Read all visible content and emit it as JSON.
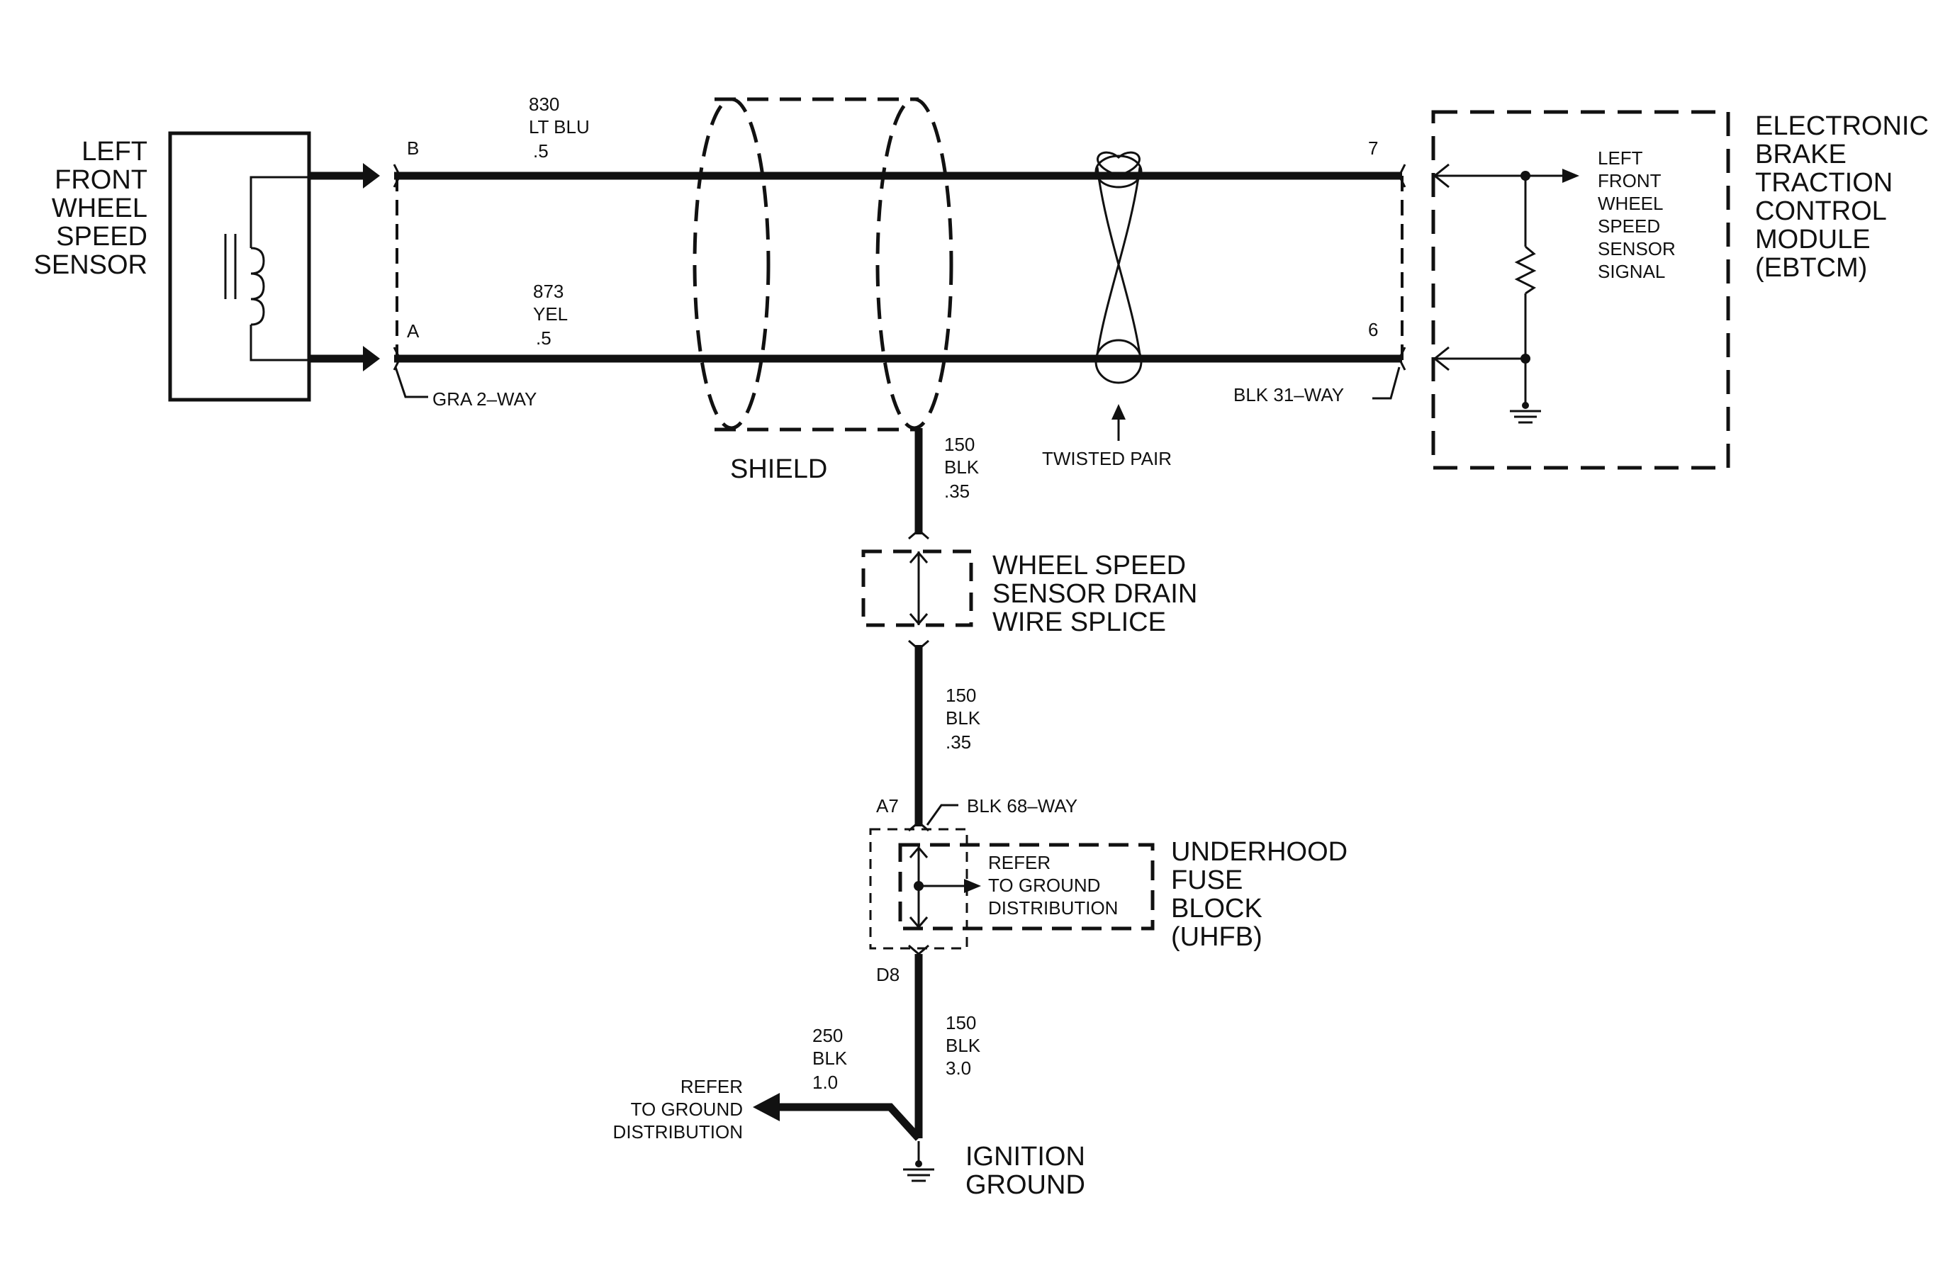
{
  "sensor": {
    "label_lines": [
      "LEFT",
      "FRONT",
      "WHEEL",
      "SPEED",
      "SENSOR"
    ],
    "connector": "GRA 2–WAY",
    "pin_b": "B",
    "pin_a": "A"
  },
  "wire_b": {
    "circuit": "830",
    "color": "LT BLU",
    "gauge": ".5"
  },
  "wire_a": {
    "circuit": "873",
    "color": "YEL",
    "gauge": ".5"
  },
  "shield_label": "SHIELD",
  "twisted_pair_label": "TWISTED PAIR",
  "ebtcm": {
    "connector": "BLK 31–WAY",
    "pin_7": "7",
    "pin_6": "6",
    "label_lines": [
      "ELECTRONIC",
      "BRAKE",
      "TRACTION",
      "CONTROL",
      "MODULE",
      "(EBTCM)"
    ],
    "signal_lines": [
      "LEFT",
      "FRONT",
      "WHEEL",
      "SPEED",
      "SENSOR",
      "SIGNAL"
    ]
  },
  "drain_wire_1": {
    "circuit": "150",
    "color": "BLK",
    "gauge": ".35"
  },
  "splice": {
    "label_lines": [
      "WHEEL SPEED",
      "SENSOR DRAIN",
      "WIRE SPLICE"
    ]
  },
  "drain_wire_2": {
    "circuit": "150",
    "color": "BLK",
    "gauge": ".35"
  },
  "uhfb": {
    "pin_in": "A7",
    "pin_out": "D8",
    "connector": "BLK 68–WAY",
    "label_lines": [
      "UNDERHOOD",
      "FUSE",
      "BLOCK",
      "(UHFB)"
    ],
    "refer_lines": [
      "REFER",
      "TO GROUND",
      "DISTRIBUTION"
    ]
  },
  "ground_wire_150": {
    "circuit": "150",
    "color": "BLK",
    "gauge": "3.0"
  },
  "ground_wire_250": {
    "circuit": "250",
    "color": "BLK",
    "gauge": "1.0"
  },
  "refer_ground_lines": [
    "REFER",
    "TO GROUND",
    "DISTRIBUTION"
  ],
  "ignition_ground_lines": [
    "IGNITION",
    "GROUND"
  ]
}
